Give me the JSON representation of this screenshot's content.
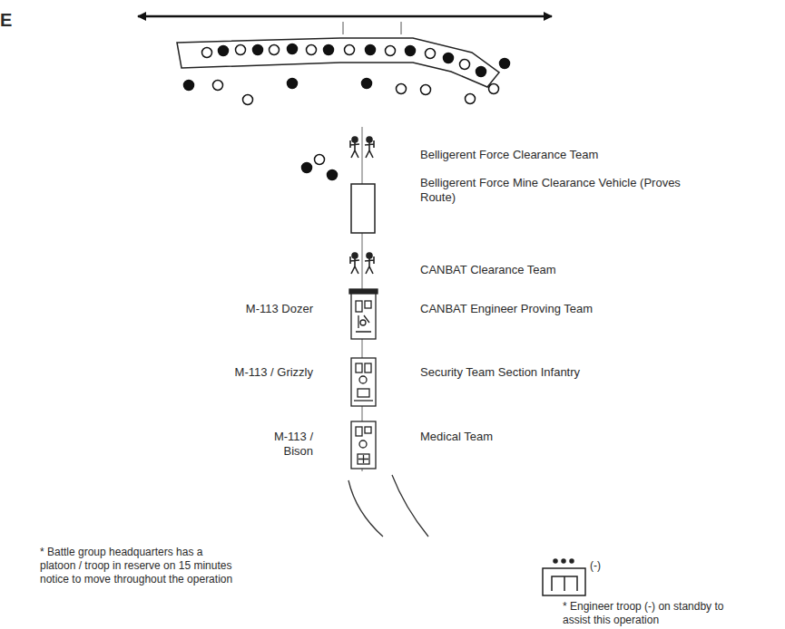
{
  "diagram": {
    "labels": [
      "E",
      "Belligerent Force Clearance Team",
      "Belligerent Force Mine Clearance Vehicle (Proves Route)",
      "CANBAT Clearance Team",
      "M-113 Dozer",
      "CANBAT Engineer Proving Team",
      "M-113 / Grizzly",
      "Security Team Section Infantry",
      "M-113 / Bison",
      "Medical Team",
      "(-)",
      "* Battle group headquarters has a platoon / troop in reserve on 15 minutes notice to move throughout the operation",
      "* Engineer troop (-) on standby to assist this operation"
    ]
  }
}
